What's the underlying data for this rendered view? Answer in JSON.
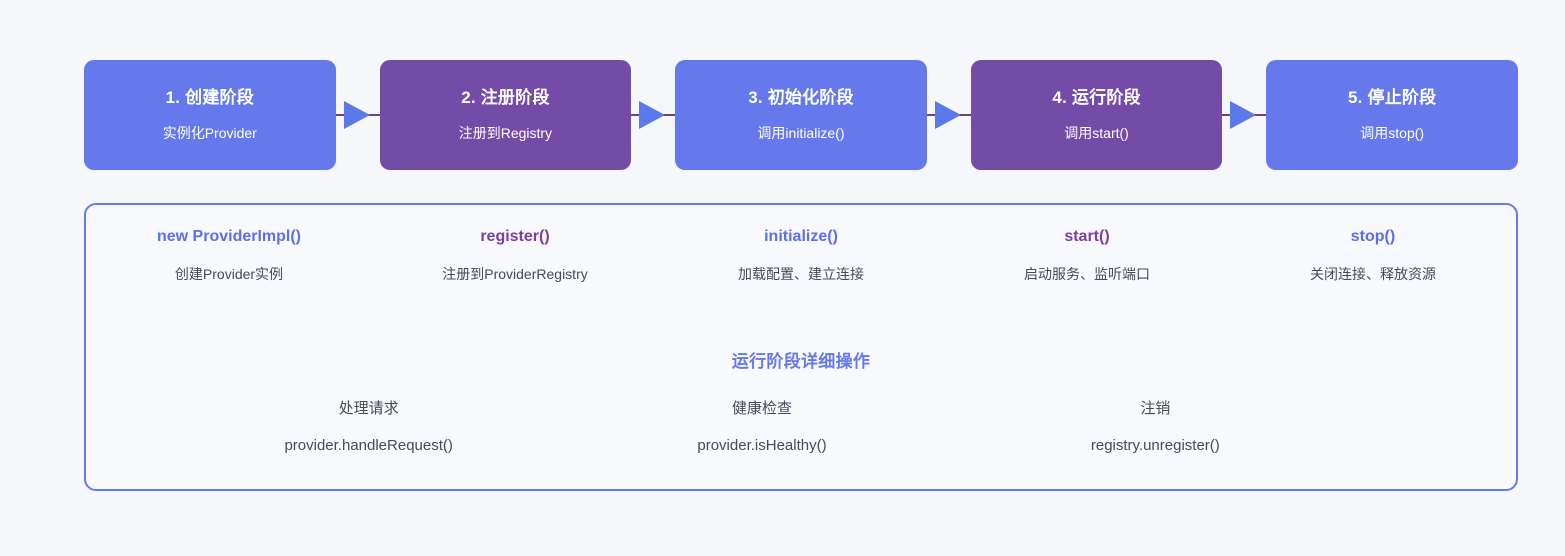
{
  "colors": {
    "background": "#f6f7fa",
    "blue": "#6579ec",
    "purple": "#744ba6",
    "api_blue": "#5b6fe6",
    "api_purple": "#7a3fa0",
    "text_gray": "#454a5a",
    "panel_fill": "#f8f9fc",
    "arrow": "#5b79e8",
    "connector_line": "#6f3f82"
  },
  "flow": {
    "stages": [
      {
        "title": "1. 创建阶段",
        "subtitle": "实例化Provider",
        "color": "blue"
      },
      {
        "title": "2. 注册阶段",
        "subtitle": "注册到Registry",
        "color": "purple"
      },
      {
        "title": "3. 初始化阶段",
        "subtitle": "调用initialize()",
        "color": "blue"
      },
      {
        "title": "4. 运行阶段",
        "subtitle": "调用start()",
        "color": "purple"
      },
      {
        "title": "5. 停止阶段",
        "subtitle": "调用stop()",
        "color": "blue"
      }
    ]
  },
  "detail": {
    "apis": [
      {
        "name": "new ProviderImpl()",
        "desc": "创建Provider实例",
        "color": "blue"
      },
      {
        "name": "register()",
        "desc": "注册到ProviderRegistry",
        "color": "purple"
      },
      {
        "name": "initialize()",
        "desc": "加载配置、建立连接",
        "color": "blue"
      },
      {
        "name": "start()",
        "desc": "启动服务、监听端口",
        "color": "purple"
      },
      {
        "name": "stop()",
        "desc": "关闭连接、释放资源",
        "color": "blue"
      }
    ],
    "runtime_heading": "运行阶段详细操作",
    "runtime_ops": [
      {
        "label": "处理请求",
        "call": "provider.handleRequest()"
      },
      {
        "label": "健康检查",
        "call": "provider.isHealthy()"
      },
      {
        "label": "注销",
        "call": "registry.unregister()"
      }
    ]
  }
}
